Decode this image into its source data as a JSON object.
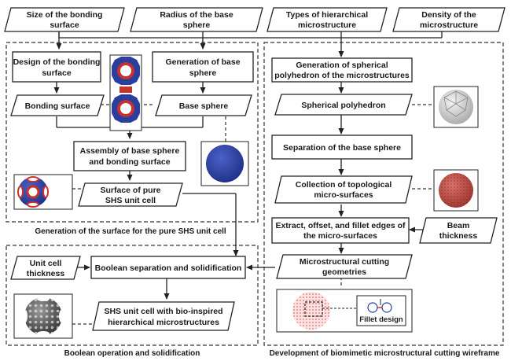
{
  "inputs": {
    "size": [
      "Size of the bonding",
      "surface"
    ],
    "radius": [
      "Radius of the base",
      "sphere"
    ],
    "types": [
      "Types of hierarchical",
      "microstructure"
    ],
    "density": [
      "Density of the",
      "microstructure"
    ]
  },
  "left_group": {
    "design": [
      "Design of the bonding",
      "surface"
    ],
    "bonding_surface": "Bonding surface",
    "generation_base": [
      "Generation of base",
      "sphere"
    ],
    "base_sphere": "Base sphere",
    "assembly": [
      "Assembly of base sphere",
      "and bonding surface"
    ],
    "surface_pure": [
      "Surface of pure",
      "SHS unit cell"
    ],
    "caption": "Generation of the surface for the pure SHS unit cell"
  },
  "right_group": {
    "generation_poly": [
      "Generation of spherical",
      "polyhedron of the microstructures"
    ],
    "spherical_poly": "Spherical polyhedron",
    "separation": "Separation of the base sphere",
    "collection": [
      "Collection of topological",
      "micro-surfaces"
    ],
    "extract": [
      "Extract, offset, and fillet edges of",
      "the micro-surfaces"
    ],
    "beam": [
      "Beam",
      "thickness"
    ],
    "cutting": [
      "Microstructural cutting",
      "geometries"
    ],
    "fillet_design": "Fillet design",
    "caption": "Development of biomimetic microstructural cutting wireframe"
  },
  "bottom_group": {
    "unit_cell": [
      "Unit cell",
      "thickness"
    ],
    "boolean": "Boolean separation and solidification",
    "shs_final": [
      "SHS unit cell with bio-inspired",
      "hierarchical microstructures"
    ],
    "caption": "Boolean operation and solidification"
  },
  "colors": {
    "sphere_blue": "#2a3e9e",
    "bond_red": "#c8322d",
    "mesh_red": "#c0504d",
    "poly_grey": "#d6d6d6",
    "dark_cell": "#444444"
  }
}
